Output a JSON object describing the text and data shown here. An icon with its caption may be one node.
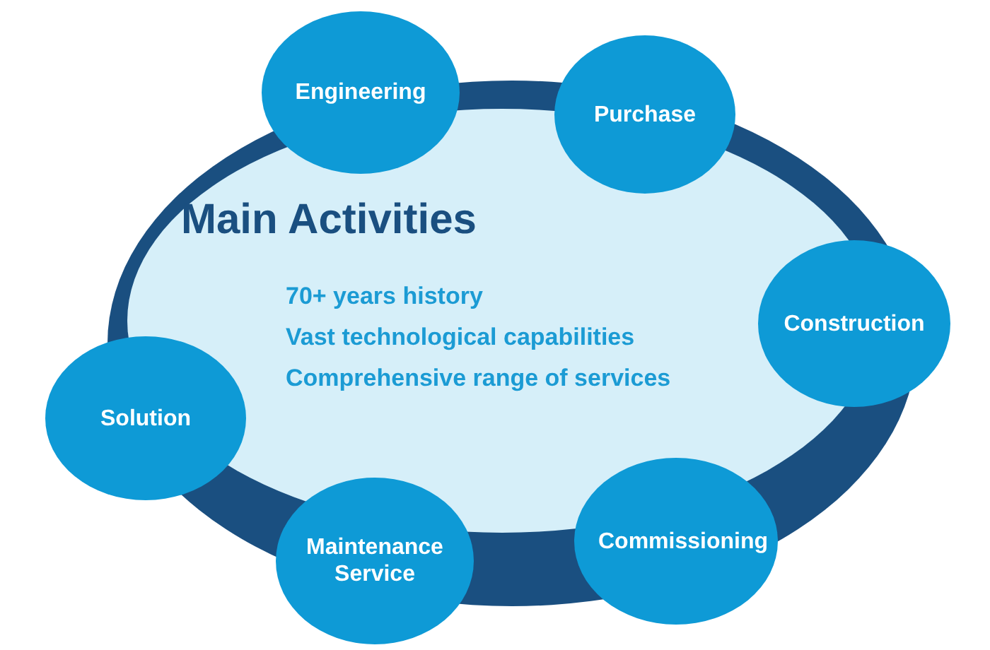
{
  "diagram": {
    "nodes": [
      {
        "text": [
          "Main Activities",
          "70+ years history",
          "Vast technological capabilities",
          "Comprehensive range of services"
        ]
      },
      {
        "text": [
          "Engineering"
        ]
      },
      {
        "text": [
          "Purchase"
        ]
      },
      {
        "text": [
          "Construction"
        ]
      },
      {
        "text": [
          "Commissioning"
        ]
      },
      {
        "text": [
          "Maintenance Service"
        ]
      },
      {
        "text": [
          "Solution"
        ]
      }
    ],
    "edges": []
  }
}
